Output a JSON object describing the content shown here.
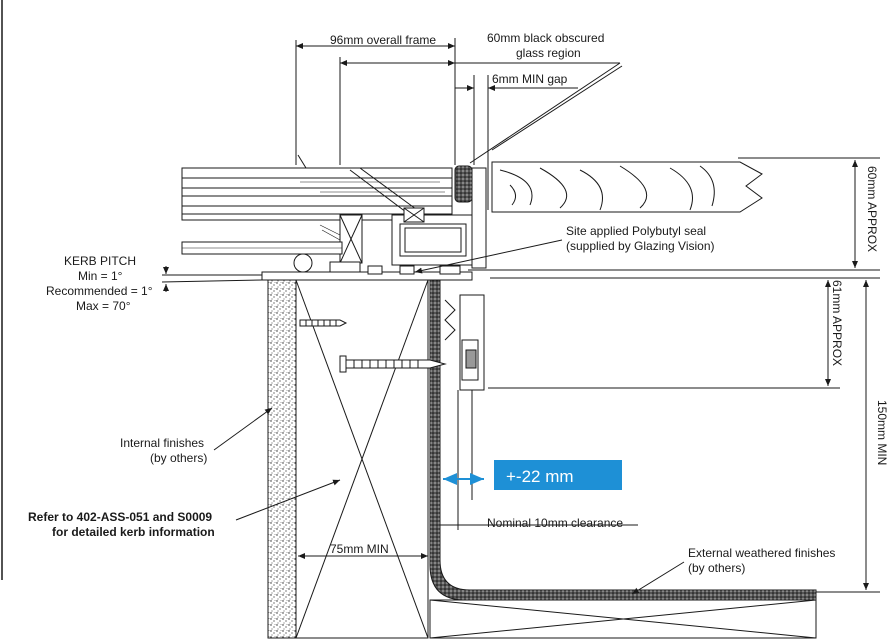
{
  "labels": {
    "overall_frame": "96mm overall frame",
    "obscured_line1": "60mm black obscured",
    "obscured_line2": "glass region",
    "min_gap": "6mm MIN gap",
    "height_60": "60mm APPROX",
    "height_61": "61mm APPROX",
    "height_150": "150mm MIN",
    "seal_line1": "Site applied Polybutyl seal",
    "seal_line2": "(supplied by Glazing Vision)",
    "kerb_pitch_title": "KERB PITCH",
    "kerb_pitch_min": "Min = 1°",
    "kerb_pitch_rec": "Recommended = 1°",
    "kerb_pitch_max": "Max = 70°",
    "internal_line1": "Internal finishes",
    "internal_line2": "(by others)",
    "refer_line1": "Refer to 402-ASS-051 and S0009",
    "refer_line2": "for detailed kerb information",
    "clearance": "Nominal 10mm clearance",
    "min_75": "75mm MIN",
    "external_line1": "External weathered finishes",
    "external_line2": "(by others)",
    "tolerance_badge": "+-22 mm"
  },
  "colors": {
    "badge_bg": "#1e90d6",
    "arrow": "#1e90d6",
    "line": "#1a1a1a"
  }
}
